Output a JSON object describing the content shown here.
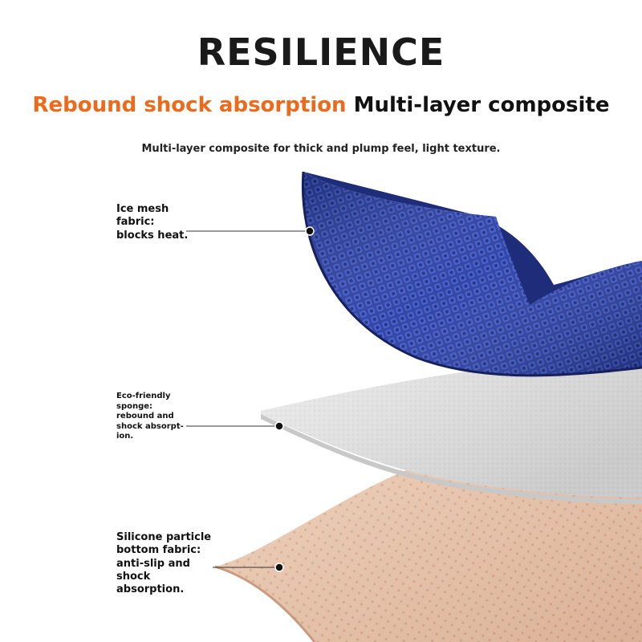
{
  "header": {
    "title": "RESILIENCE",
    "subtitle_accent": "Rebound shock absorption",
    "subtitle_rest": "Multi-layer composite",
    "description": "Multi-layer composite for thick and plump feel, light texture."
  },
  "layers": [
    {
      "name": "ice-mesh",
      "lines": [
        "Ice mesh",
        "fabric:",
        "blocks heat."
      ]
    },
    {
      "name": "eco-sponge",
      "lines": [
        "Eco-friendly",
        "sponge:",
        "rebound and",
        "shock absorpt-",
        "ion."
      ]
    },
    {
      "name": "silicone",
      "lines": [
        "Silicone particle",
        "bottom fabric:",
        "anti-slip and",
        "shock",
        "absorption."
      ]
    }
  ],
  "colors": {
    "accent": "#ee6a1a",
    "mesh": "#2b3fa8",
    "sponge": "#e6e6e6",
    "silicone": "#e9c3a6"
  }
}
